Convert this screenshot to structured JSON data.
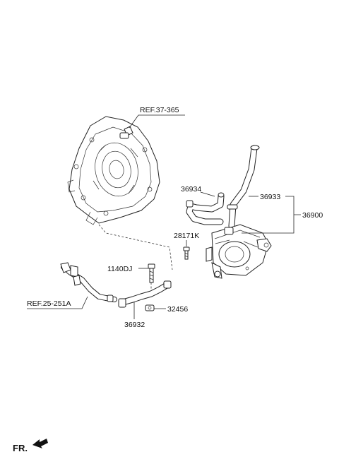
{
  "labels": {
    "ref_37_365": "REF.37-365",
    "p36934": "36934",
    "p36933": "36933",
    "p36900": "36900",
    "p28171k": "28171K",
    "p1140dj": "1140DJ",
    "ref_25_251a": "REF.25-251A",
    "p36932": "36932",
    "p32456": "32456",
    "fr": "FR."
  },
  "icons": {
    "front_arrow": "fr-arrow-icon"
  }
}
